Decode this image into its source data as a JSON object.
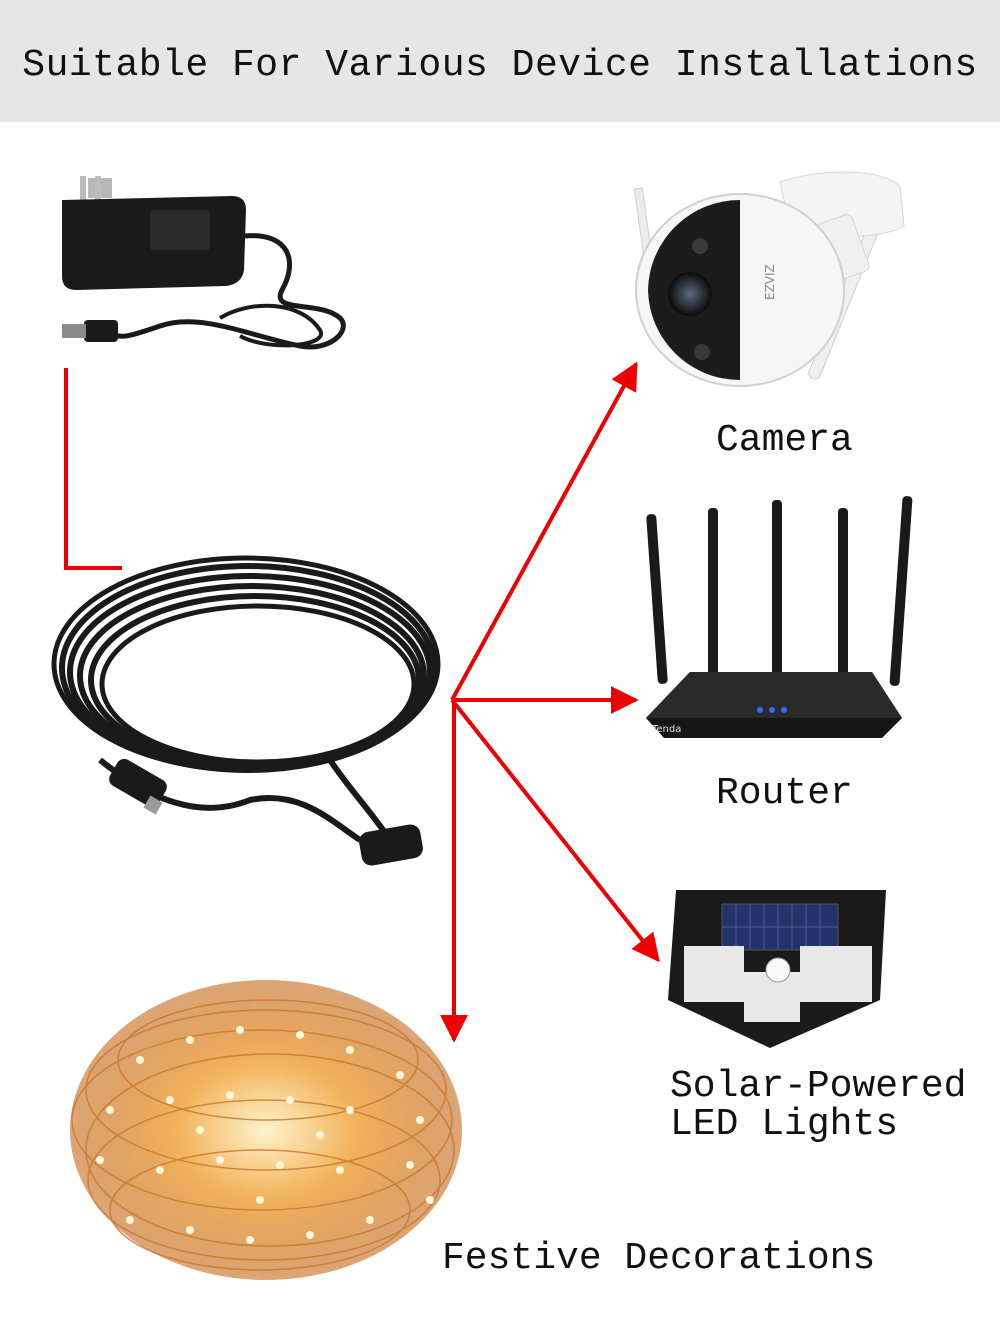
{
  "header": {
    "title": "Suitable For Various Device Installations"
  },
  "labels": {
    "camera": "Camera",
    "router": "Router",
    "solar_line1": "Solar-Powered",
    "solar_line2": "LED Lights",
    "festive": "Festive Decorations"
  },
  "camera_brand": "EZVIZ",
  "router_brand": "Tenda",
  "colors": {
    "arrow": "#ee0000",
    "header_bg": "#e6e6e6",
    "product": "#1a1a1a"
  }
}
